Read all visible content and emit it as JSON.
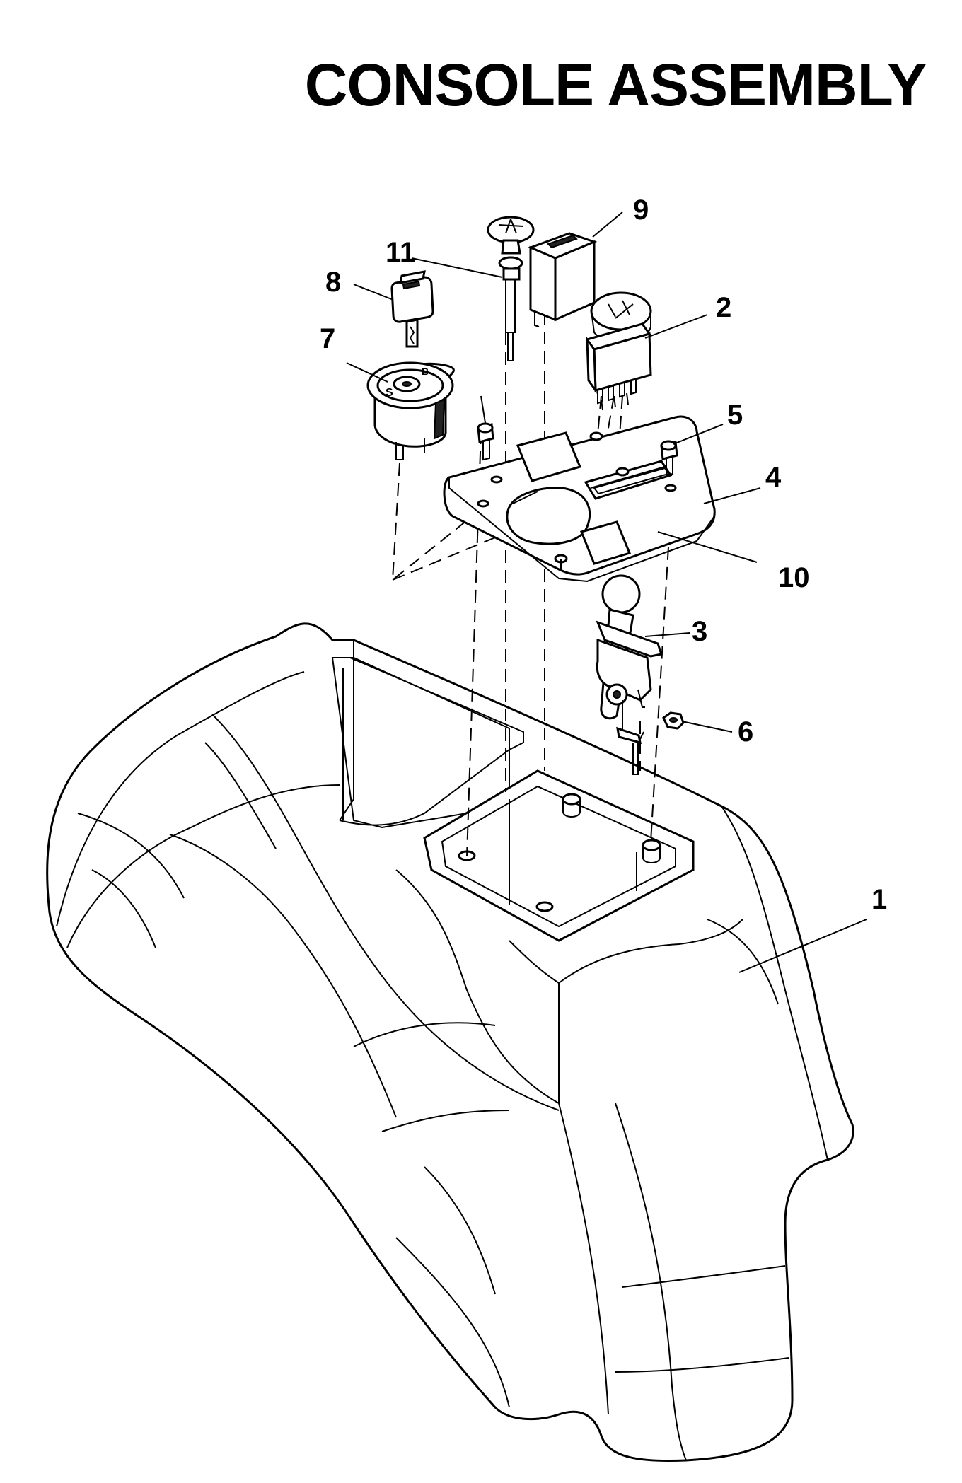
{
  "title": "CONSOLE ASSEMBLY",
  "callouts": [
    {
      "id": "1",
      "label": "1"
    },
    {
      "id": "2",
      "label": "2"
    },
    {
      "id": "3",
      "label": "3"
    },
    {
      "id": "4",
      "label": "4"
    },
    {
      "id": "5",
      "label": "5"
    },
    {
      "id": "6",
      "label": "6"
    },
    {
      "id": "7",
      "label": "7"
    },
    {
      "id": "8",
      "label": "8"
    },
    {
      "id": "9",
      "label": "9"
    },
    {
      "id": "10",
      "label": "10"
    },
    {
      "id": "11",
      "label": "11"
    }
  ]
}
